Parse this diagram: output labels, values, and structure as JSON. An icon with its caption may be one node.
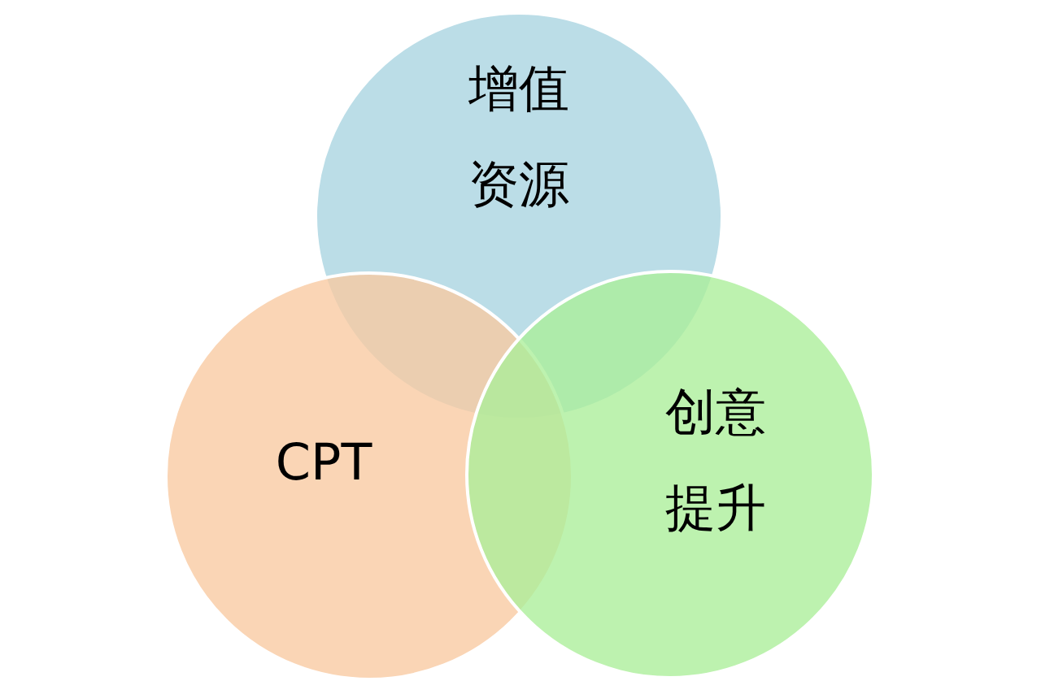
{
  "diagram": {
    "nodes": [
      {
        "text": [
          "增值资源"
        ]
      },
      {
        "text": [
          "CPT"
        ]
      },
      {
        "text": [
          "创意提升"
        ]
      }
    ]
  }
}
